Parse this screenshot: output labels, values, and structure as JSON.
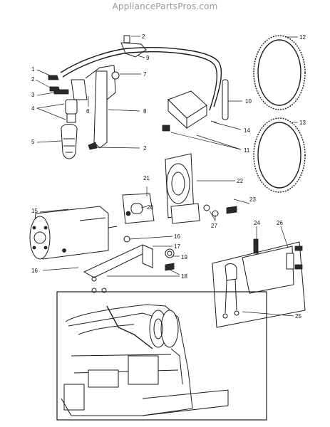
{
  "watermark": "AppliancePartsPros.com",
  "callouts": {
    "c1": "1",
    "c2a": "2",
    "c2b": "2",
    "c2c": "2",
    "c3": "3",
    "c4": "4",
    "c5": "5",
    "c6": "6",
    "c7": "7",
    "c8": "8",
    "c9": "9",
    "c10": "10",
    "c11": "11",
    "c12": "12",
    "c13": "13",
    "c14": "14",
    "c15": "15",
    "c16a": "16",
    "c16b": "16",
    "c17": "17",
    "c18": "18",
    "c19": "19",
    "c20": "20",
    "c21": "21",
    "c22": "22",
    "c23": "23",
    "c24": "24",
    "c25": "25",
    "c26": "26",
    "c27": "27"
  }
}
